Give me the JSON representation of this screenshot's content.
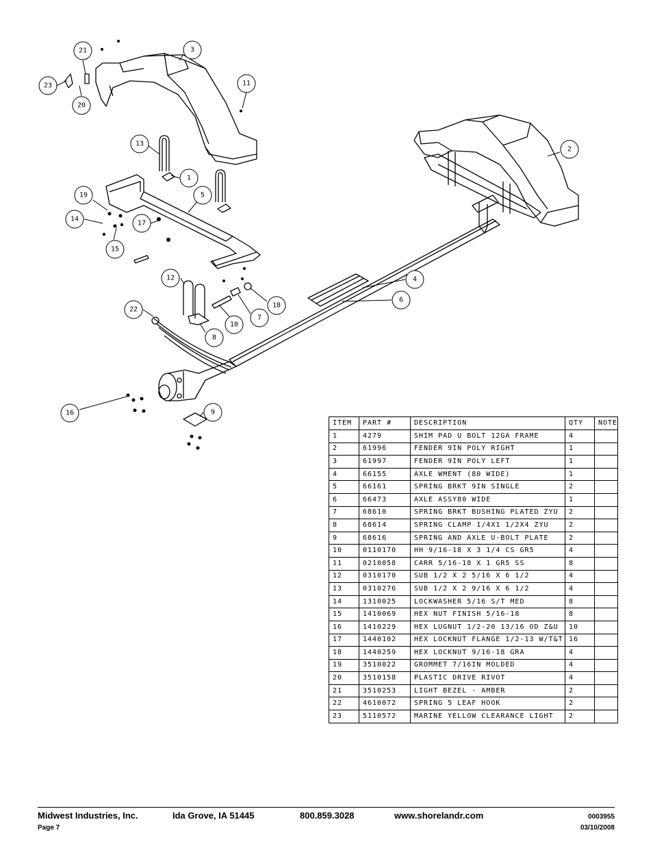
{
  "diagram": {
    "callouts": [
      "21",
      "3",
      "23",
      "20",
      "11",
      "13",
      "1",
      "19",
      "5",
      "14",
      "17",
      "15",
      "2",
      "12",
      "4",
      "22",
      "18",
      "7",
      "10",
      "8",
      "6",
      "16",
      "9"
    ]
  },
  "table": {
    "headers": [
      "ITEM",
      "PART #",
      "DESCRIPTION",
      "QTY",
      "NOTE"
    ],
    "rows": [
      [
        "1",
        "4279",
        "SHIM PAD   U BOLT 12GA FRAME",
        "4",
        ""
      ],
      [
        "2",
        "61996",
        "FENDER  9IN POLY RIGHT",
        "1",
        ""
      ],
      [
        "3",
        "61997",
        "FENDER  9IN POLY LEFT",
        "1",
        ""
      ],
      [
        "4",
        "66155",
        "AXLE WMENT (80 WIDE)",
        "1",
        ""
      ],
      [
        "5",
        "66161",
        "SPRING BRKT   9IN SINGLE",
        "2",
        ""
      ],
      [
        "6",
        "66473",
        "AXLE ASSY80 WIDE",
        "1",
        ""
      ],
      [
        "7",
        "68610",
        "SPRING BRKT BUSHING PLATED ZYU",
        "2",
        ""
      ],
      [
        "8",
        "68614",
        "SPRING CLAMP   1/4X1 1/2X4  ZYU",
        "2",
        ""
      ],
      [
        "9",
        "68616",
        "SPRING AND AXLE U-BOLT PLATE",
        "2",
        ""
      ],
      [
        "10",
        "0110170",
        "HH 9/16-18 X 3 1/4 CS GR5",
        "4",
        ""
      ],
      [
        "11",
        "0210058",
        "CARR 5/16-18 X 1 GR5 SS",
        "8",
        ""
      ],
      [
        "12",
        "0310170",
        "SUB 1/2 X 2 5/16 X 6 1/2",
        "4",
        ""
      ],
      [
        "13",
        "0310276",
        "SUB 1/2 X 2 9/16 X 6 1/2",
        "4",
        ""
      ],
      [
        "14",
        "1310025",
        "LOCKWASHER 5/16 S/T MED",
        "8",
        ""
      ],
      [
        "15",
        "1410069",
        "HEX NUT FINISH 5/16-18",
        "8",
        ""
      ],
      [
        "16",
        "1410229",
        "HEX LUGNUT 1/2-20 13/16 OD Z&U",
        "10",
        ""
      ],
      [
        "17",
        "1440102",
        "HEX LOCKNUT FLANGE 1/2-13 W/T&T",
        "16",
        ""
      ],
      [
        "18",
        "1440259",
        "HEX LOCKNUT 9/16-18 GRA",
        "4",
        ""
      ],
      [
        "19",
        "3510022",
        "GROMMET  7/16IN MOLDED",
        "4",
        ""
      ],
      [
        "20",
        "3510158",
        "PLASTIC DRIVE RIVOT",
        "4",
        ""
      ],
      [
        "21",
        "3510253",
        "LIGHT BEZEL - AMBER",
        "2",
        ""
      ],
      [
        "22",
        "4610072",
        "SPRING  5 LEAF HOOK",
        "2",
        ""
      ],
      [
        "23",
        "5110572",
        "MARINE YELLOW CLEARANCE LIGHT",
        "2",
        ""
      ]
    ]
  },
  "footer": {
    "company": "Midwest Industries, Inc.",
    "location": "Ida Grove, IA  51445",
    "phone": "800.859.3028",
    "website": "www.shorelandr.com",
    "doc_number": "0003955",
    "page": "Page 7",
    "date": "03/10/2008"
  }
}
